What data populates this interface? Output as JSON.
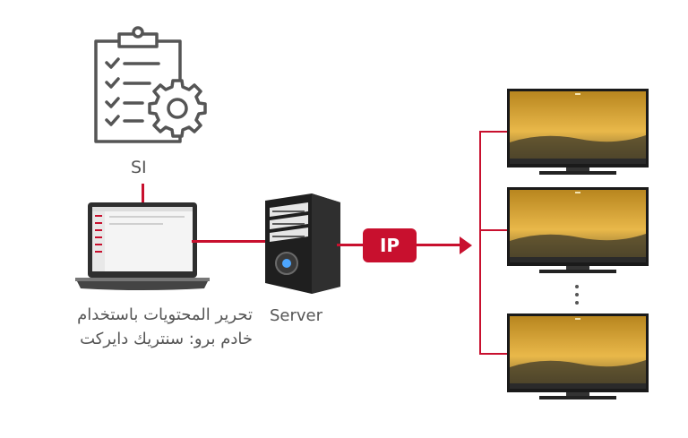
{
  "diagram": {
    "si_label": "SI",
    "server_label": "Server",
    "ip_label": "IP",
    "laptop_caption_line1": "تحرير المحتويات باستخدام",
    "laptop_caption_line2": "خادم برو: سنتريك دايركت"
  },
  "colors": {
    "accent": "#c8102e",
    "icon_stroke": "#555555",
    "text": "#555555"
  },
  "icons": [
    "clipboard-checklist-gear-icon",
    "laptop-icon",
    "server-tower-icon",
    "tv-display-icon"
  ]
}
